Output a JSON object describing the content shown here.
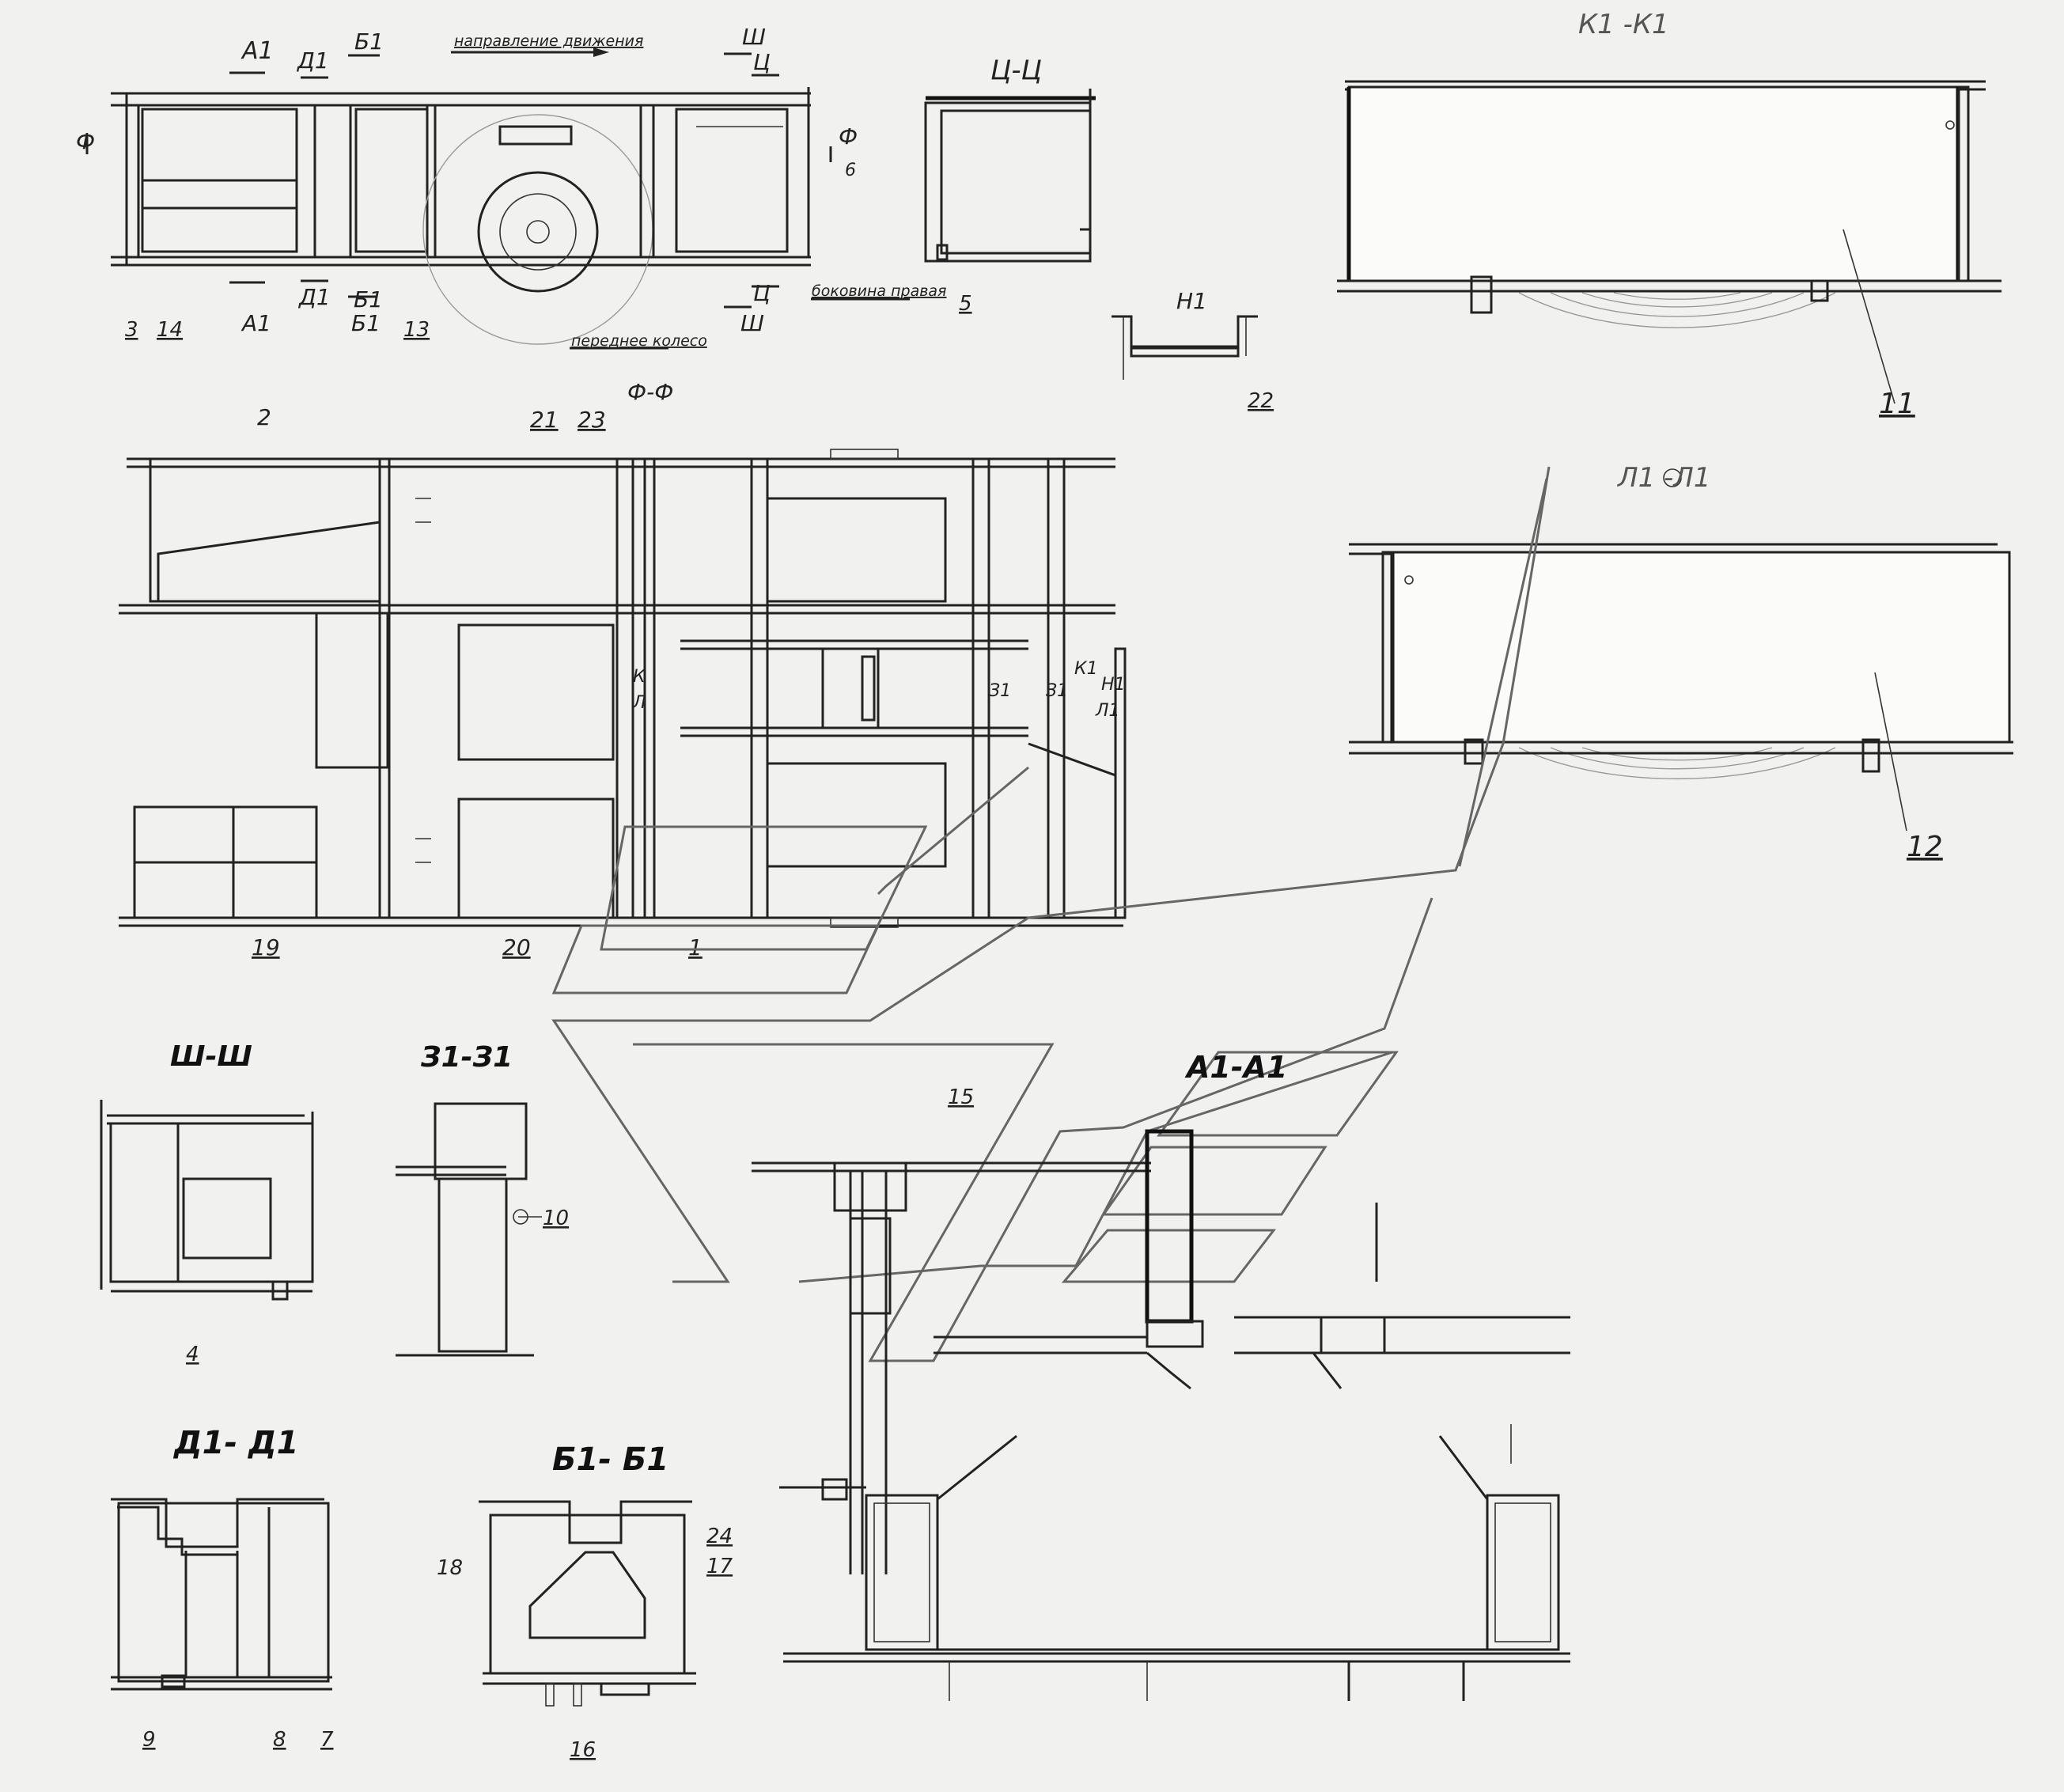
{
  "drawing": {
    "top_view": {
      "sections": [
        "А1",
        "Д1",
        "Б1",
        "Ш",
        "Ц",
        "Ф",
        "Ф"
      ],
      "direction_note": "направление движения",
      "wheel_note": "переднее колесо",
      "side_note": "боковина правая",
      "bottom_sections": [
        "Д1",
        "Б1",
        "А1",
        "Б1",
        "Ц",
        "Ш"
      ],
      "callouts": [
        "3",
        "14",
        "13",
        "5",
        "6"
      ]
    },
    "section_ts": {
      "title": "Ц-Ц"
    },
    "section_h1": {
      "title": "Н1",
      "callout": "22"
    },
    "section_k1": {
      "title": "К1 -К1",
      "callout": "11"
    },
    "section_l1": {
      "title": "Л1 -Л1",
      "callout": "12"
    },
    "plan_view": {
      "title": "Ф-Ф",
      "callouts_top": [
        "2",
        "21",
        "23"
      ],
      "callouts_bottom": [
        "19",
        "20",
        "1"
      ],
      "inline_labels": [
        "К",
        "Л",
        "З1",
        "З1",
        "К1",
        "Н1",
        "Л1"
      ]
    },
    "section_sh": {
      "title": "Ш-Ш",
      "callout": "4"
    },
    "section_z1": {
      "title": "З1-З1",
      "callout": "10"
    },
    "section_a1": {
      "title": "А1-А1",
      "callout": "15"
    },
    "section_d1": {
      "title": "Д1- Д1",
      "callouts": [
        "9",
        "8",
        "7"
      ]
    },
    "section_b1": {
      "title": "Б1- Б1",
      "callouts": [
        "18",
        "24",
        "17",
        "16"
      ]
    }
  }
}
